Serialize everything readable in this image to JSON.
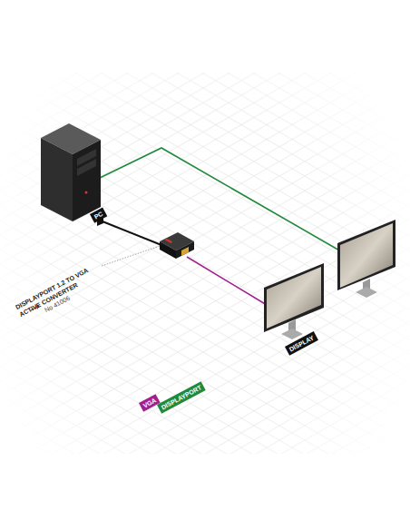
{
  "diagram": {
    "nodes": [
      {
        "text": [
          "PC"
        ]
      },
      {
        "text": [
          "DISPLAY"
        ]
      }
    ],
    "labels": [
      "DISPLAYPORT 1.2 TO VGA ACTIVE CONVERTER",
      "No 41006"
    ],
    "legend": [
      {
        "text": "VGA",
        "color": "#a3218e"
      },
      {
        "text": "DISPLAYPORT",
        "color": "#1f8a3b"
      }
    ]
  }
}
